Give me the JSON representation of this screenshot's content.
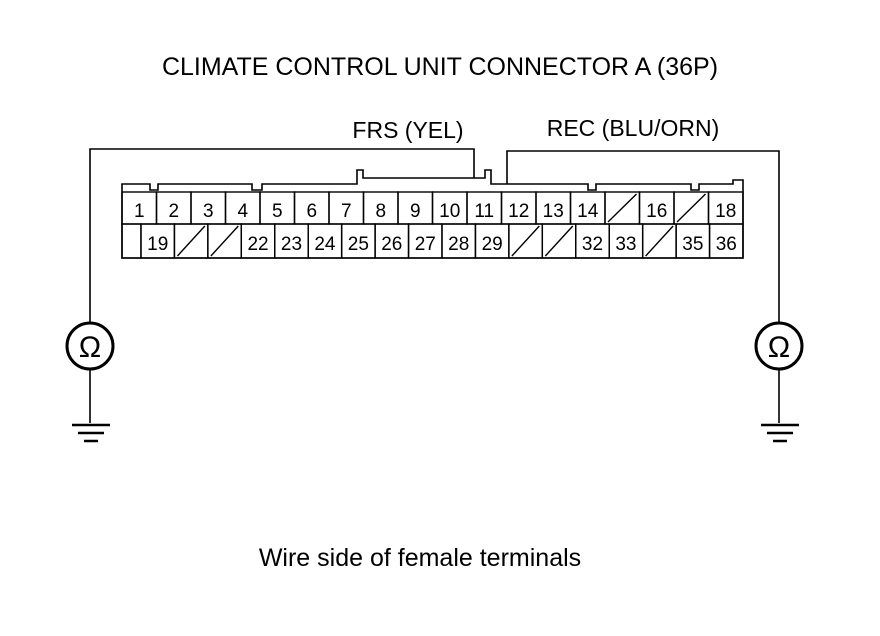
{
  "title": "CLIMATE CONTROL UNIT CONNECTOR A (36P)",
  "wires": {
    "frs_label": "FRS (YEL)",
    "rec_label": "REC (BLU/ORN)"
  },
  "connector": {
    "top_row": [
      {
        "label": "1"
      },
      {
        "label": "2"
      },
      {
        "label": "3"
      },
      {
        "label": "4"
      },
      {
        "label": "5"
      },
      {
        "label": "6"
      },
      {
        "label": "7"
      },
      {
        "label": "8"
      },
      {
        "label": "9"
      },
      {
        "label": "10"
      },
      {
        "label": "11"
      },
      {
        "label": "12"
      },
      {
        "label": "13"
      },
      {
        "label": "14"
      },
      {
        "label": "",
        "empty": true
      },
      {
        "label": "16"
      },
      {
        "label": "",
        "empty": true
      },
      {
        "label": "18"
      }
    ],
    "bottom_row": [
      {
        "label": "19"
      },
      {
        "label": "",
        "empty": true
      },
      {
        "label": "",
        "empty": true
      },
      {
        "label": "22"
      },
      {
        "label": "23"
      },
      {
        "label": "24"
      },
      {
        "label": "25"
      },
      {
        "label": "26"
      },
      {
        "label": "27"
      },
      {
        "label": "28"
      },
      {
        "label": "29"
      },
      {
        "label": "",
        "empty": true
      },
      {
        "label": "",
        "empty": true
      },
      {
        "label": "32"
      },
      {
        "label": "33"
      },
      {
        "label": "",
        "empty": true
      },
      {
        "label": "35"
      },
      {
        "label": "36"
      }
    ]
  },
  "meters": {
    "left_symbol": "Ω",
    "right_symbol": "Ω"
  },
  "caption": "Wire side of female terminals"
}
